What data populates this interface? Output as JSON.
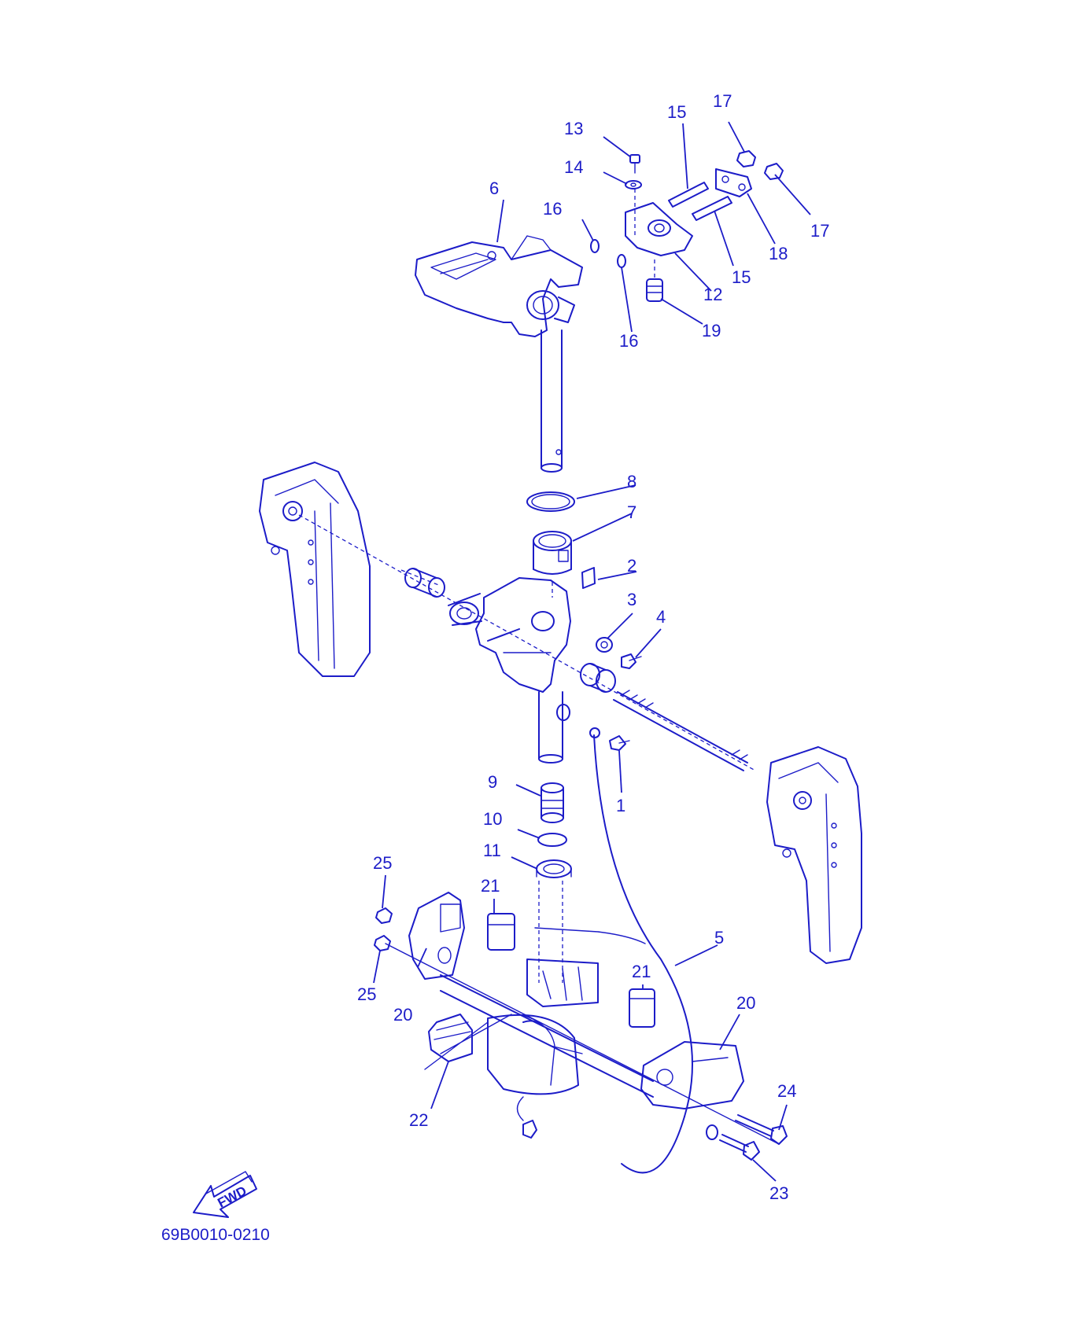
{
  "diagram": {
    "code": "69B0010-0210",
    "fwd_label": "FWD",
    "ink_color": "#1c1cc8",
    "callouts": [
      {
        "id": "c1",
        "label": "1"
      },
      {
        "id": "c2",
        "label": "2"
      },
      {
        "id": "c3",
        "label": "3"
      },
      {
        "id": "c4",
        "label": "4"
      },
      {
        "id": "c5",
        "label": "5"
      },
      {
        "id": "c6",
        "label": "6"
      },
      {
        "id": "c7",
        "label": "7"
      },
      {
        "id": "c8",
        "label": "8"
      },
      {
        "id": "c9",
        "label": "9"
      },
      {
        "id": "c10",
        "label": "10"
      },
      {
        "id": "c11",
        "label": "11"
      },
      {
        "id": "c12",
        "label": "12"
      },
      {
        "id": "c13",
        "label": "13"
      },
      {
        "id": "c14",
        "label": "14"
      },
      {
        "id": "c15a",
        "label": "15"
      },
      {
        "id": "c15b",
        "label": "15"
      },
      {
        "id": "c16a",
        "label": "16"
      },
      {
        "id": "c16b",
        "label": "16"
      },
      {
        "id": "c17a",
        "label": "17"
      },
      {
        "id": "c17b",
        "label": "17"
      },
      {
        "id": "c18",
        "label": "18"
      },
      {
        "id": "c19",
        "label": "19"
      },
      {
        "id": "c20a",
        "label": "20"
      },
      {
        "id": "c20b",
        "label": "20"
      },
      {
        "id": "c21a",
        "label": "21"
      },
      {
        "id": "c21b",
        "label": "21"
      },
      {
        "id": "c22",
        "label": "22"
      },
      {
        "id": "c23",
        "label": "23"
      },
      {
        "id": "c24",
        "label": "24"
      },
      {
        "id": "c25a",
        "label": "25"
      },
      {
        "id": "c25b",
        "label": "25"
      }
    ]
  }
}
